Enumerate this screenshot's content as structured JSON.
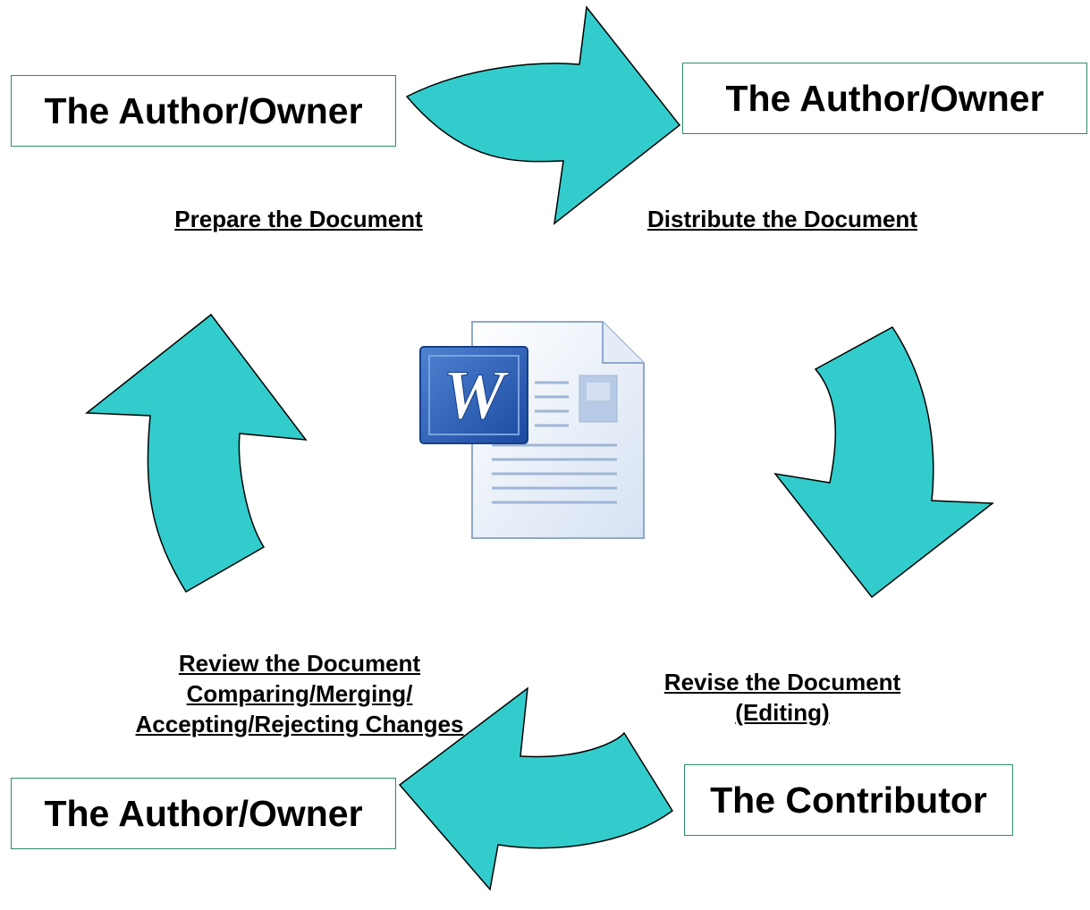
{
  "colors": {
    "arrow_fill": "#33cccc",
    "arrow_stroke": "#000000",
    "box_border": "#2e8b6e"
  },
  "roles": {
    "top_left": "The Author/Owner",
    "top_right": "The Author/Owner",
    "bottom_left": "The Author/Owner",
    "bottom_right": "The Contributor"
  },
  "stages": {
    "prepare": "Prepare the Document",
    "distribute": "Distribute the Document",
    "revise_line1": "Revise the Document",
    "revise_line2": "(Editing)",
    "review_line1": "Review the Document",
    "review_line2": "Comparing/Merging/",
    "review_line3": "Accepting/Rejecting Changes"
  },
  "center_icon": {
    "icon": "word-document-icon",
    "letter": "W"
  }
}
